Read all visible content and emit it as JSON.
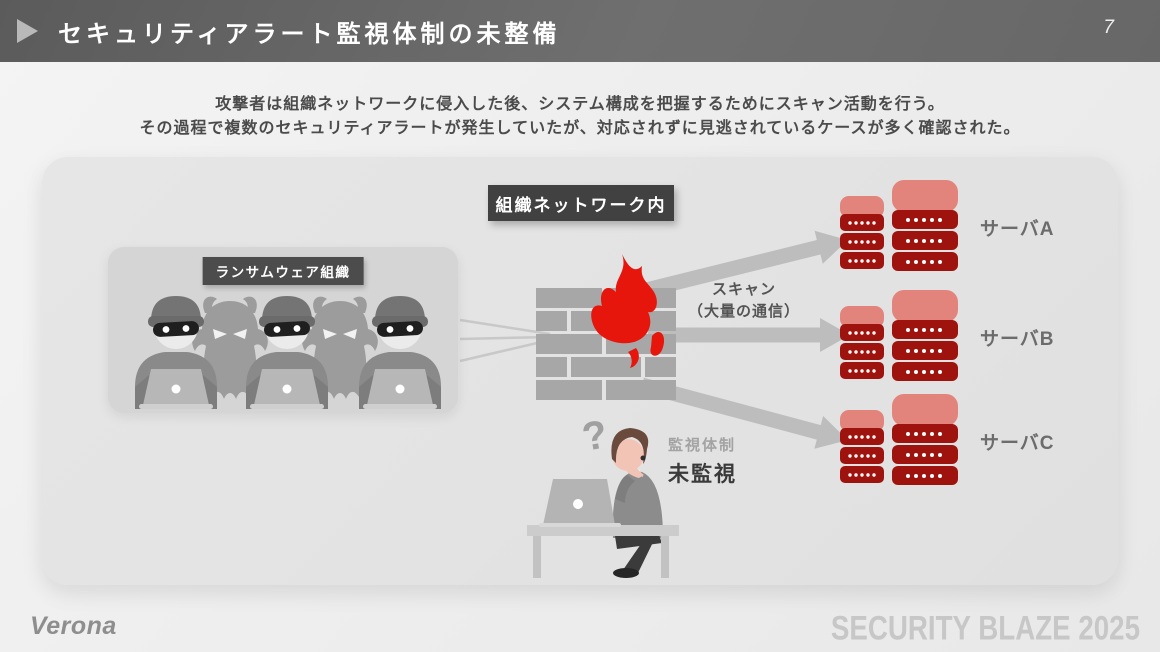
{
  "header": {
    "title": "セキュリティアラート監視体制の未整備",
    "page_number": "7"
  },
  "intro": {
    "line1": "攻撃者は組織ネットワークに侵入した後、システム構成を把握するためにスキャン活動を行う。",
    "line2": "その過程で複数のセキュリティアラートが発生していたが、対応されずに見逃されているケースが多く確認された。"
  },
  "diagram": {
    "network_zone_label": "組織ネットワーク内",
    "attacker_group_label": "ランサムウェア組織",
    "scan_line1": "スキャン",
    "scan_line2": "（大量の通信）",
    "question_mark": "?",
    "monitoring_caption": "監視体制",
    "monitoring_status": "未監視",
    "servers": [
      {
        "label": "サーバA"
      },
      {
        "label": "サーバB"
      },
      {
        "label": "サーバC"
      }
    ]
  },
  "footer": {
    "logo_text": "Verona",
    "event_text": "SECURITY BLAZE 2025"
  },
  "colors": {
    "header_bg": "#666666",
    "flame_red": "#e7160d",
    "server_body_red": "#9e130d",
    "server_top_red": "#e2837c",
    "arrow_gray": "#bdbdbd"
  }
}
